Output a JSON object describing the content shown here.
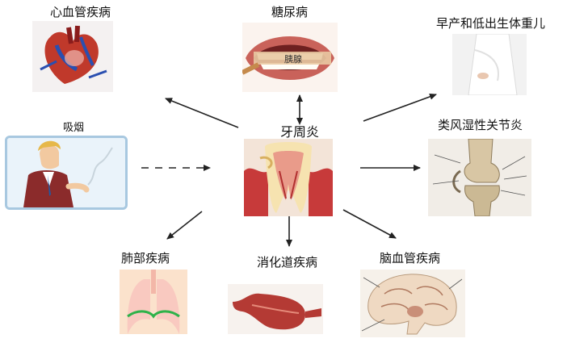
{
  "center": {
    "label": "牙周炎"
  },
  "smoking": {
    "label": "吸烟"
  },
  "nodes": {
    "cardio": "心血管疾病",
    "diabetes": "糖尿病",
    "preterm": "早产和低出生体重儿",
    "arthritis": "类风湿性关节炎",
    "lung": "肺部疾病",
    "digestive": "消化道疾病",
    "cerebro": "脑血管疾病"
  },
  "image_text": {
    "diabetes_sign": "胰腺"
  },
  "colors": {
    "arrow": "#222222",
    "smoking_frame": "#a8c8e0",
    "gum": "#c73a3a"
  }
}
